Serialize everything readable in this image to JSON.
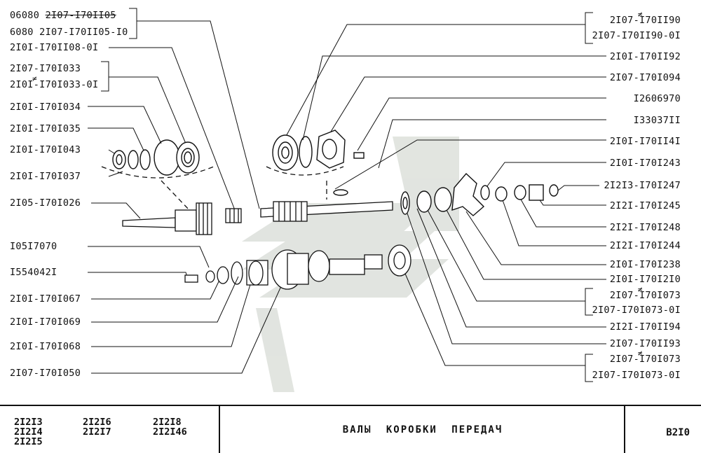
{
  "labels_left": [
    {
      "id": "l1a",
      "a": "06080 ",
      "b": "2I07-I70II05",
      "strike": true
    },
    {
      "id": "l1b",
      "a": "6080 2I07-I70II05-I0"
    },
    {
      "id": "l2",
      "a": "2I0I-I70II08-0I"
    },
    {
      "id": "l3a",
      "a": "2I07-I70I033"
    },
    {
      "id": "l3b",
      "a": "2I0I-I70I033-0I"
    },
    {
      "id": "l4",
      "a": "2I0I-I70I034"
    },
    {
      "id": "l5",
      "a": "2I0I-I70I035"
    },
    {
      "id": "l6",
      "a": "2I0I-I70I043"
    },
    {
      "id": "l7",
      "a": "2I0I-I70I037"
    },
    {
      "id": "l8",
      "a": "2I05-I70I026"
    },
    {
      "id": "l9",
      "a": "I05I7070"
    },
    {
      "id": "l10",
      "a": "I554042I"
    },
    {
      "id": "l11",
      "a": "2I0I-I70I067"
    },
    {
      "id": "l12",
      "a": "2I0I-I70I069"
    },
    {
      "id": "l13",
      "a": "2I0I-I70I068"
    },
    {
      "id": "l14",
      "a": "2I07-I70I050"
    }
  ],
  "labels_right": [
    {
      "id": "r1a",
      "a": "2I07-I70II90"
    },
    {
      "id": "r1b",
      "a": "2I07-I70II90-0I"
    },
    {
      "id": "r2",
      "a": "2I0I-I70II92"
    },
    {
      "id": "r3",
      "a": "2I07-I70I094"
    },
    {
      "id": "r4",
      "a": "I2606970"
    },
    {
      "id": "r5",
      "a": "I33037II"
    },
    {
      "id": "r6",
      "a": "2I0I-I70II4I"
    },
    {
      "id": "r7",
      "a": "2I0I-I70I243"
    },
    {
      "id": "r8",
      "a": "2I2I3-I70I247"
    },
    {
      "id": "r9",
      "a": "2I2I-I70I245"
    },
    {
      "id": "r10",
      "a": "2I2I-I70I248"
    },
    {
      "id": "r11",
      "a": "2I2I-I70I244"
    },
    {
      "id": "r12",
      "a": "2I0I-I70I238"
    },
    {
      "id": "r13",
      "a": "2I0I-I70I2I0"
    },
    {
      "id": "r14a",
      "a": "2I07-I70I073"
    },
    {
      "id": "r14b",
      "a": "2I07-I70I073-0I"
    },
    {
      "id": "r15",
      "a": "2I2I-I70II94"
    },
    {
      "id": "r16",
      "a": "2I07-I70II93"
    },
    {
      "id": "r17a",
      "a": "2I07-I70I073"
    },
    {
      "id": "r17b",
      "a": "2I07-I70I073-0I"
    }
  ],
  "neq_sign": "≠",
  "footer": {
    "models_col1": [
      "2I2I3",
      "2I2I4",
      "2I2I5"
    ],
    "models_col2": [
      "2I2I6",
      "2I2I7"
    ],
    "models_col3": [
      "2I2I8",
      "2I2I46"
    ],
    "title": "ВАЛЫ КОРОБКИ ПЕРЕДАЧ",
    "code": "В2I0"
  }
}
